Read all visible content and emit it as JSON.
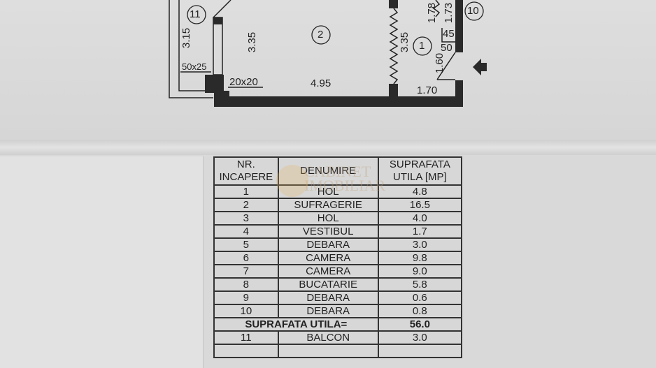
{
  "plan": {
    "room_markers": [
      "11",
      "2",
      "1",
      "10"
    ],
    "dimensions": {
      "d315": "3.15",
      "d335a": "3.35",
      "d335b": "3.35",
      "d50x25": "50x25",
      "d20x20": "20x20",
      "d495": "4.95",
      "d170": "1.70",
      "d178": "1.78",
      "d173": "1.73",
      "d45": "45",
      "d50": "50",
      "d160": "1.60"
    },
    "entrance_icon": "arrow-left-icon"
  },
  "watermark": "CABINET IMOBILIAR",
  "table": {
    "headers": [
      "NR. INCAPERE",
      "DENUMIRE",
      "SUPRAFATA UTILA [MP]"
    ],
    "rows": [
      {
        "nr": "1",
        "name": "HOL",
        "area": "4.8"
      },
      {
        "nr": "2",
        "name": "SUFRAGERIE",
        "area": "16.5"
      },
      {
        "nr": "3",
        "name": "HOL",
        "area": "4.0"
      },
      {
        "nr": "4",
        "name": "VESTIBUL",
        "area": "1.7"
      },
      {
        "nr": "5",
        "name": "DEBARA",
        "area": "3.0"
      },
      {
        "nr": "6",
        "name": "CAMERA",
        "area": "9.8"
      },
      {
        "nr": "7",
        "name": "CAMERA",
        "area": "9.0"
      },
      {
        "nr": "8",
        "name": "BUCATARIE",
        "area": "5.8"
      },
      {
        "nr": "9",
        "name": "DEBARA",
        "area": "0.6"
      },
      {
        "nr": "10",
        "name": "DEBARA",
        "area": "0.8"
      }
    ],
    "total_label": "SUPRAFATA UTILA=",
    "total_value": "56.0",
    "extra_rows": [
      {
        "nr": "11",
        "name": "BALCON",
        "area": "3.0"
      }
    ]
  }
}
